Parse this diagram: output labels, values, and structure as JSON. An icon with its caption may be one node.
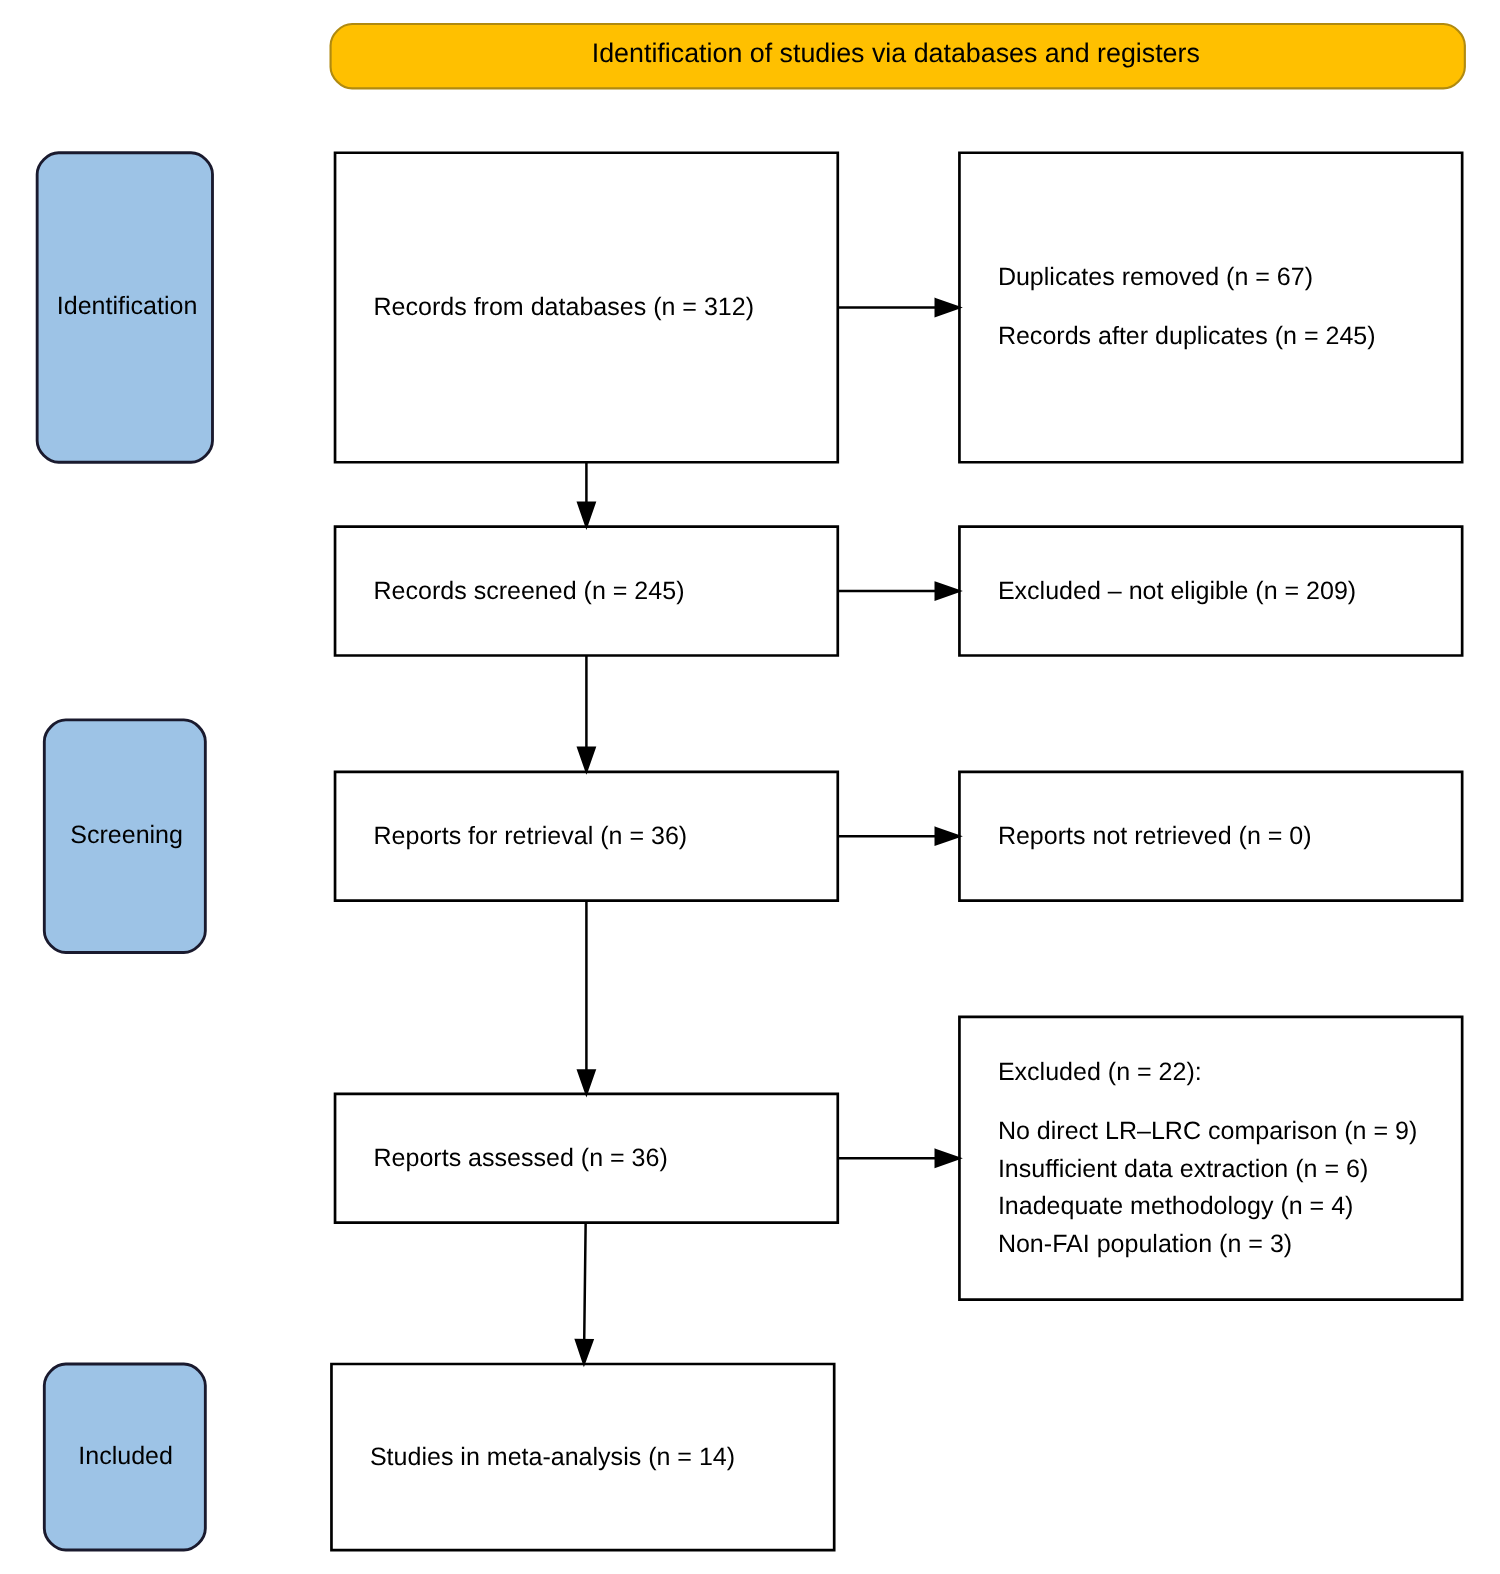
{
  "diagram": {
    "nodes": [
      {
        "text": [
          "Identification of studies via databases and registers"
        ]
      },
      {
        "text": [
          "Identification"
        ]
      },
      {
        "text": [
          "Records from databases (n = 312)"
        ]
      },
      {
        "text": [
          "Duplicates removed (n = 67)",
          "Records after duplicates (n = 245)"
        ]
      },
      {
        "text": [
          "Screening"
        ]
      },
      {
        "text": [
          "Records screened (n = 245)"
        ]
      },
      {
        "text": [
          "Excluded – not eligible (n = 209)"
        ]
      },
      {
        "text": [
          "Reports for retrieval (n = 36)"
        ]
      },
      {
        "text": [
          "Reports not retrieved (n = 0)"
        ]
      },
      {
        "text": [
          "Reports assessed (n = 36)"
        ]
      },
      {
        "text": [
          "Excluded (n = 22):",
          "No direct LR–LRC comparison (n = 9)",
          "Insufficient data extraction (n = 6)",
          "Inadequate methodology (n = 4)",
          "Non-FAI population (n = 3)"
        ]
      },
      {
        "text": [
          "Included"
        ]
      },
      {
        "text": [
          "Studies in meta-analysis (n = 14)"
        ]
      }
    ],
    "edges": [
      {
        "from": 2,
        "to": 3,
        "arrow": "to"
      },
      {
        "from": 2,
        "to": 5,
        "arrow": "to"
      },
      {
        "from": 5,
        "to": 6,
        "arrow": "to"
      },
      {
        "from": 5,
        "to": 7,
        "arrow": "to"
      },
      {
        "from": 7,
        "to": 8,
        "arrow": "to"
      },
      {
        "from": 7,
        "to": 9,
        "arrow": "to"
      },
      {
        "from": 9,
        "to": 10,
        "arrow": "to"
      },
      {
        "from": 9,
        "to": 12,
        "arrow": "to"
      }
    ]
  }
}
